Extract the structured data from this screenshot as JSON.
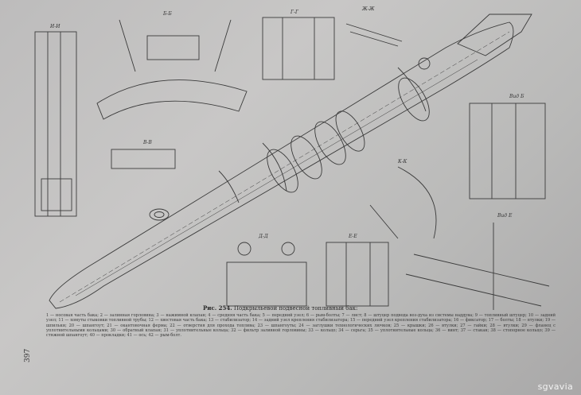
{
  "figure": {
    "caption_number": "Рис. 254.",
    "caption_title": "Подкрыльевой подвесной топливный бак:",
    "legend_text": "1 — носовая часть бака; 2 — залинная горловина; 3 — нажимной клапан; 4 — средняя часть бака; 5 — передний узел; 6 — рым-болты; 7 — лист; 8 — штуцер подвода воз-духа из системы наддува; 9 — топливный штуцер; 10 — задний узел; 11 — хомуты стыковки топливной трубы; 12 — хвостовая часть бака; 13 — стабилизатор; 14 — задний узел крепления стабилизатора; 15 — передний узел крепления стабилизатора; 16 — фиксатор; 17 — болты; 18 — втулки; 19 — шпильки; 20 — шпангоут; 21 — окантовочная ферма; 22 — отверстия для прохода топлива; 23 — шпангоуты; 24 — заглушки технологических лючков; 25 — крышки; 26 — втулки; 27 — гайки; 28 — втулки; 29 — фланец с уплотнительными кольцами; 30 — обратный клапан; 31 — уплотнительные кольца; 32 — фильтр заливной горловины; 33 — кольцо; 34 — серьга; 35 — уплотнительные кольца; 36 — винт; 37 — стакан; 38 — стопорное кольцо; 39 — стяжной шпангоут; 40 — прокладки; 41 — ось; 42 — рым-болт."
  },
  "section_labels": [
    "Б-Б",
    "В-В",
    "Г-Г",
    "Ж-Ж",
    "Е-Е",
    "Д-Д",
    "И-И",
    "К-К",
    "Вид Б",
    "Вид Е"
  ],
  "page_number": "397",
  "watermark": "sgvavia",
  "colors": {
    "paper": "#c3c2c1",
    "ink": "#3a3a3a",
    "background": "#1b1c1e"
  }
}
